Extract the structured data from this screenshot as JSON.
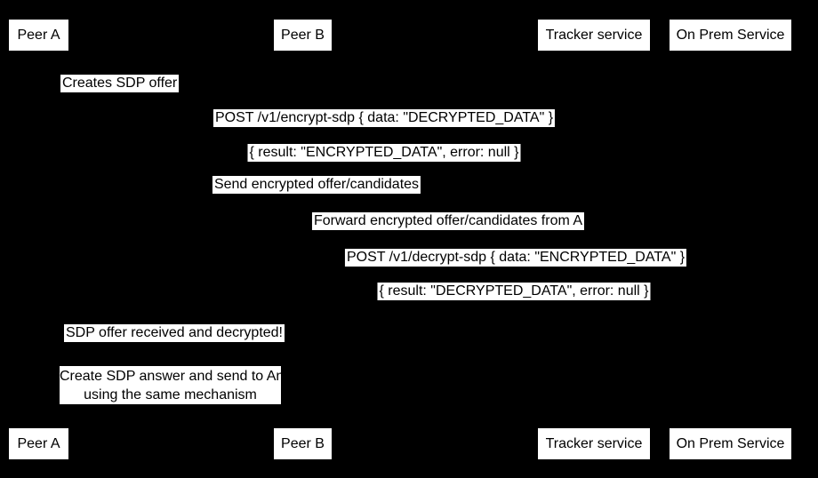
{
  "colors": {
    "background": "#000000",
    "box_fill": "#ffffff",
    "text": "#000000"
  },
  "participants": [
    {
      "label": "Peer A"
    },
    {
      "label": "Peer B"
    },
    {
      "label": "Tracker service"
    },
    {
      "label": "On Prem Service"
    }
  ],
  "messages": [
    {
      "label": "Creates SDP offer"
    },
    {
      "label": "POST /v1/encrypt-sdp { data: \"DECRYPTED_DATA\" }"
    },
    {
      "label": "{ result: \"ENCRYPTED_DATA\", error: null }"
    },
    {
      "label": "Send encrypted offer/candidates"
    },
    {
      "label": "Forward encrypted offer/candidates from A"
    },
    {
      "label": "POST /v1/decrypt-sdp { data: \"ENCRYPTED_DATA\" }"
    },
    {
      "label": "{ result: \"DECRYPTED_DATA\", error: null }"
    },
    {
      "label": "SDP offer received and decrypted!"
    }
  ],
  "note": {
    "line1": "Create SDP answer and send to An",
    "line2": "using the same mechanism"
  }
}
